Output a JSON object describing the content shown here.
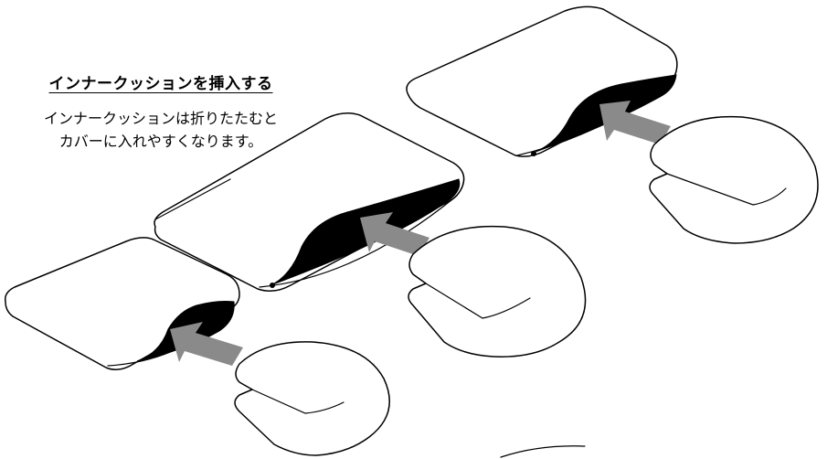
{
  "heading": "インナークッションを挿入する",
  "description": {
    "line1": "インナークッションは折りたたむと",
    "line2": "カバーに入れやすくなります。"
  },
  "colors": {
    "line": "#000000",
    "arrow": "#8a8a8a",
    "background": "#ffffff"
  },
  "steps": [
    {
      "id": "step-1",
      "cover": "cover-partly-open",
      "arrow": "insert-arrow-icon",
      "cushion": "folded-inner-cushion"
    },
    {
      "id": "step-2",
      "cover": "cover-partly-open",
      "arrow": "insert-arrow-icon",
      "cushion": "folded-inner-cushion"
    },
    {
      "id": "step-3",
      "cover": "cover-partly-open",
      "arrow": "insert-arrow-icon",
      "cushion": "folded-inner-cushion"
    }
  ]
}
